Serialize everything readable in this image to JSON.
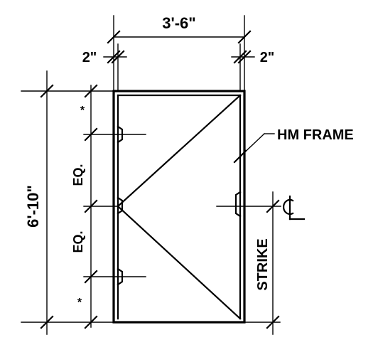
{
  "drawing": {
    "dims": {
      "width": "3'-6\"",
      "left_jamb": "2\"",
      "right_jamb": "2\"",
      "height": "6'-10\"",
      "eq_upper": "EQ.",
      "eq_lower": "EQ.",
      "upper_star": "*",
      "lower_star": "*"
    },
    "labels": {
      "frame": "HM FRAME",
      "strike": "STRIKE",
      "centerline": "CL"
    },
    "colors": {
      "ink": "#000000",
      "paper": "#ffffff"
    }
  }
}
